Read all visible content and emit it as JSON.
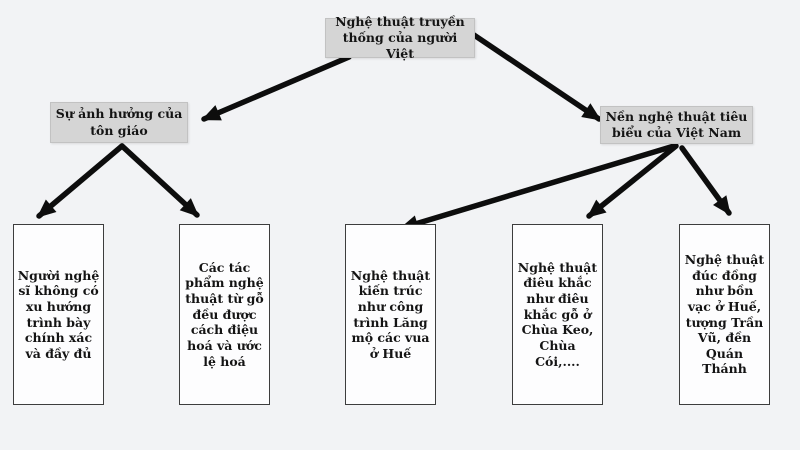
{
  "colors": {
    "page_bg": "#f2f3f5",
    "node_fill": "#d5d5d5",
    "node_border": "#c2c2c2",
    "leaf_fill": "#fdfdfe",
    "leaf_border": "#3d3d3d",
    "arrow": "#0d0d0d",
    "text": "#141414"
  },
  "diagram": {
    "root": {
      "label": "Nghệ thuật truyền thống của người Việt"
    },
    "branches": [
      {
        "label": "Sự ảnh hưởng của tôn giáo",
        "children": [
          {
            "label": "Người nghệ sĩ không có xu hướng trình bày chính xác và đầy đủ"
          },
          {
            "label": "Các tác phẩm nghệ thuật từ gỗ đều được cách điệu hoá và ước lệ hoá"
          }
        ]
      },
      {
        "label": "Nền nghệ thuật tiêu biểu của Việt Nam",
        "children": [
          {
            "label": "Nghệ thuật kiến trúc như công trình Lăng mộ các vua ở Huế"
          },
          {
            "label": "Nghệ thuật điêu khắc như điêu khắc gỗ ở Chùa Keo, Chùa Cói,...."
          },
          {
            "label": "Nghệ thuật đúc đồng như bồn vạc ở Huế, tượng Trần Vũ, đền Quán Thánh"
          }
        ]
      }
    ]
  }
}
